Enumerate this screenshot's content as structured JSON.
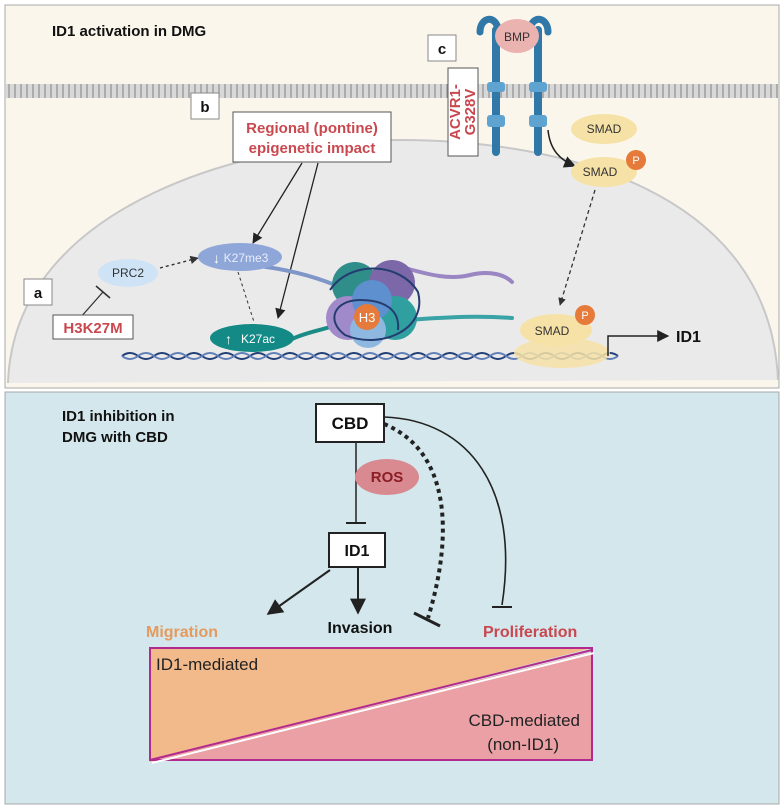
{
  "top_panel": {
    "title": "ID1 activation in DMG",
    "panel_a": "a",
    "panel_b": "b",
    "panel_c": "c",
    "regional_line1": "Regional (pontine)",
    "regional_line2": "epigenetic impact",
    "acvr1_line1": "ACVR1-",
    "acvr1_line2": "G328V",
    "bmp": "BMP",
    "smad": "SMAD",
    "smad_p": "SMAD",
    "smad_nuclear": "SMAD",
    "phospho": "P",
    "prc2": "PRC2",
    "h3k27m": "H3K27M",
    "k27me3": "K27me3",
    "k27ac": "K27ac",
    "h3": "H3",
    "id1": "ID1"
  },
  "bottom_panel": {
    "title_line1": "ID1 inhibition in",
    "title_line2": "DMG with CBD",
    "cbd": "CBD",
    "ros": "ROS",
    "id1": "ID1",
    "migration": "Migration",
    "invasion": "Invasion",
    "proliferation": "Proliferation",
    "id1_mediated": "ID1-mediated",
    "cbd_mediated_line1": "CBD-mediated",
    "cbd_mediated_line2": "(non-ID1)"
  },
  "colors": {
    "top_bg": "#fbf6ec",
    "bottom_bg": "#d3e7ec",
    "accent_red": "#c9484f",
    "migration_orange": "#e59a5e",
    "triangle_orange": "#f2b98b",
    "triangle_pink": "#eaa0a4",
    "triangle_border": "#b32a8e",
    "membrane_blue": "#2f78a8",
    "smad_yellow": "#f6e2a7",
    "phospho_orange": "#e57a3a",
    "k27me3_fill": "#8ea6d8",
    "k27ac_fill": "#138a85",
    "ros_fill": "#d88a90"
  }
}
